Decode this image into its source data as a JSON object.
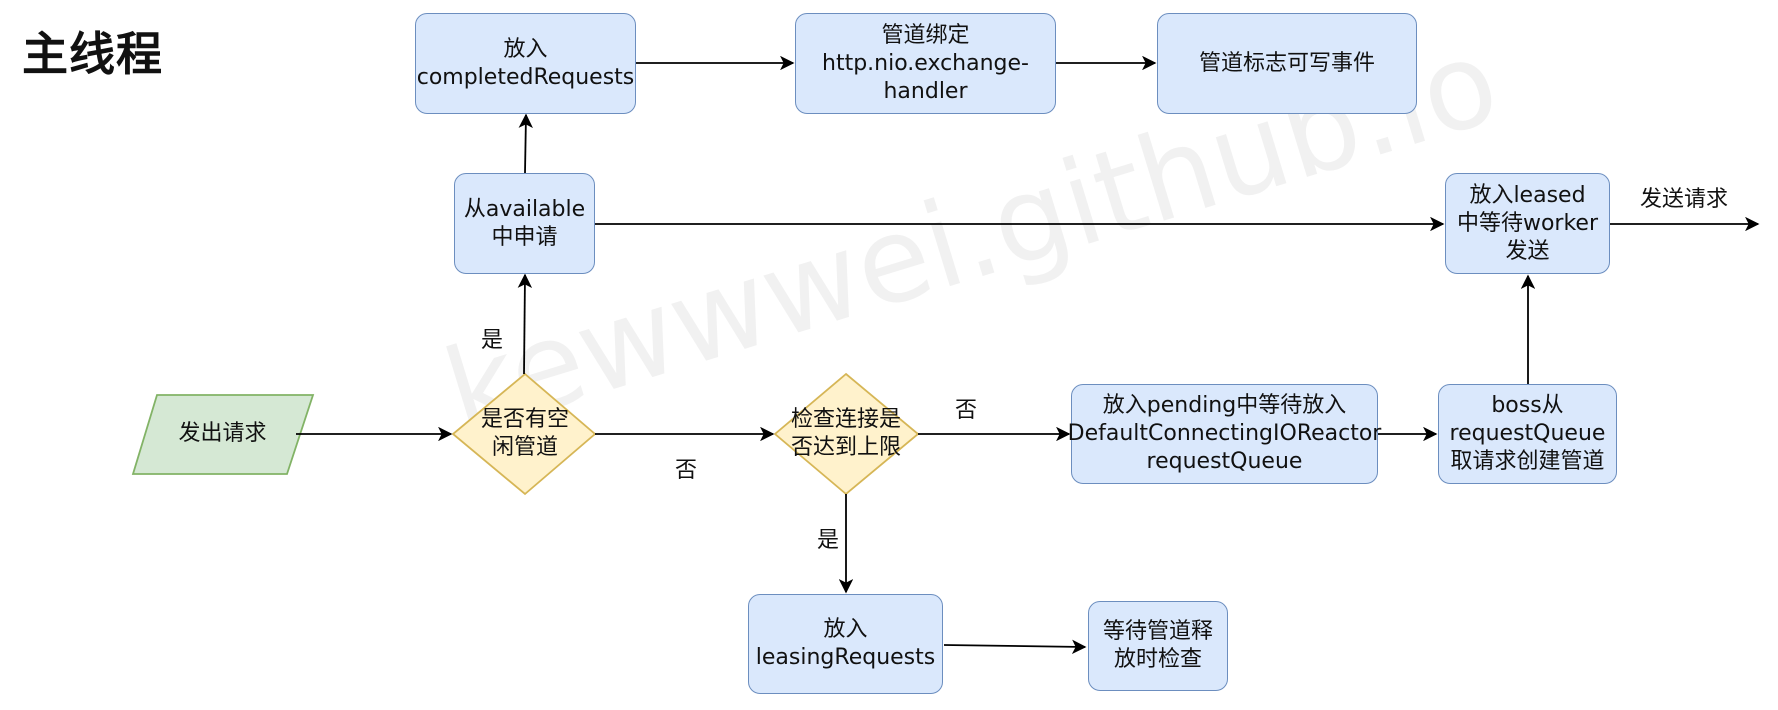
{
  "title": "主线程",
  "watermark": "kewwwei.github.io",
  "colors": {
    "process_fill": "#dae8fc",
    "process_stroke": "#6c8ebf",
    "decision_fill": "#fff2cc",
    "decision_stroke": "#d6b656",
    "io_fill": "#d5e8d4",
    "io_stroke": "#82b366",
    "edge": "#000000"
  },
  "nodes": {
    "send_request": "发出请求",
    "has_idle_channel": "是否有空\n闲管道",
    "check_limit": "检查连接是\n否达到上限",
    "apply_available": "从available\n中申请",
    "put_completed": "放入\ncompletedRequests",
    "bind_handler": "管道绑定\nhttp.nio.exchange-\nhandler",
    "mark_writable": "管道标志可写事件",
    "put_leased": "放入leased\n中等待worker\n发送",
    "put_pending": "放入pending中等待放入\nDefaultConnectingIOReactor\nrequestQueue",
    "boss_create": "boss从\nrequestQueue\n取请求创建管道",
    "put_leasing": "放入\nleasingRequests",
    "wait_release": "等待管道释\n放时检查"
  },
  "edge_labels": {
    "yes_idle": "是",
    "no_idle": "否",
    "no_limit": "否",
    "yes_limit": "是",
    "send": "发送请求"
  }
}
